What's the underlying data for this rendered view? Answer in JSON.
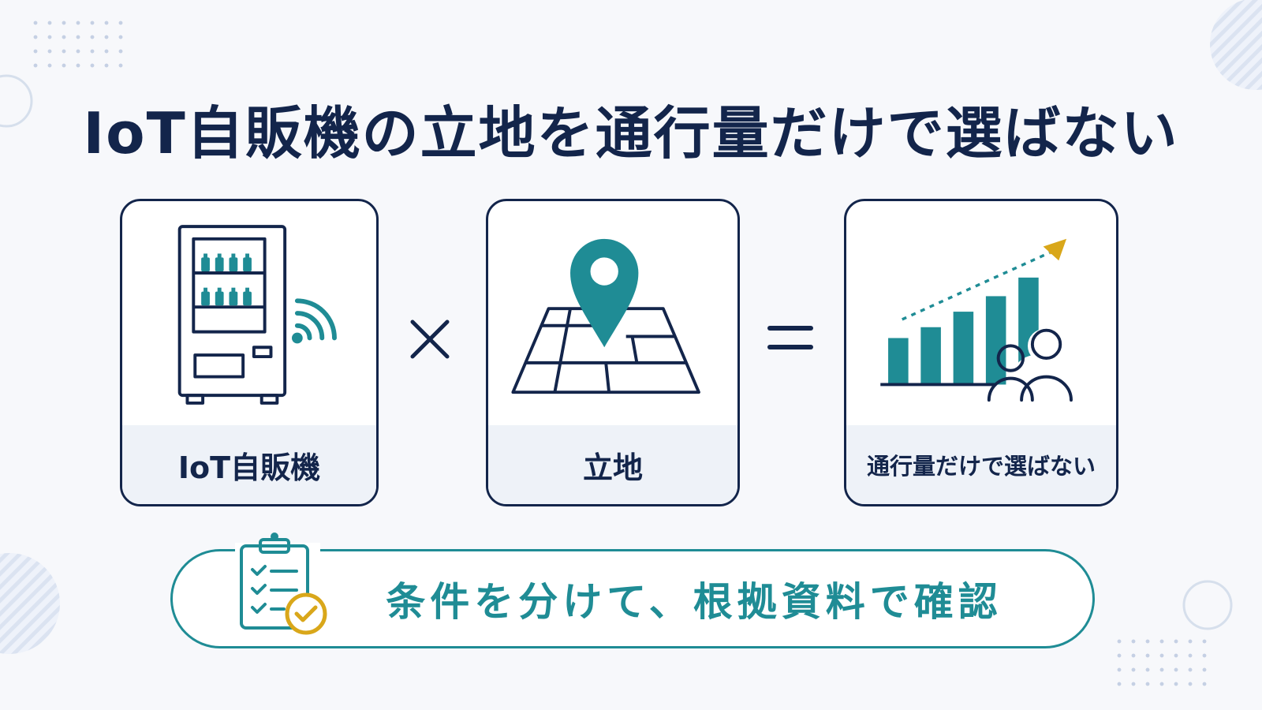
{
  "title": "IoT自販機の立地を通行量だけで選ばない",
  "cards": [
    {
      "label": "IoT自販機",
      "icon": "vending-machine-wifi-icon"
    },
    {
      "label": "立地",
      "icon": "map-pin-icon"
    },
    {
      "label": "通行量だけで選ばない",
      "icon": "bar-chart-people-icon"
    }
  ],
  "operators": {
    "multiply": "×",
    "equals": "="
  },
  "banner": {
    "text": "条件を分けて、根拠資料で確認",
    "icon": "clipboard-checklist-icon"
  },
  "colors": {
    "navy": "#13254b",
    "teal": "#1f8c95",
    "gold": "#d9a71a",
    "panel": "#eef2f8"
  }
}
